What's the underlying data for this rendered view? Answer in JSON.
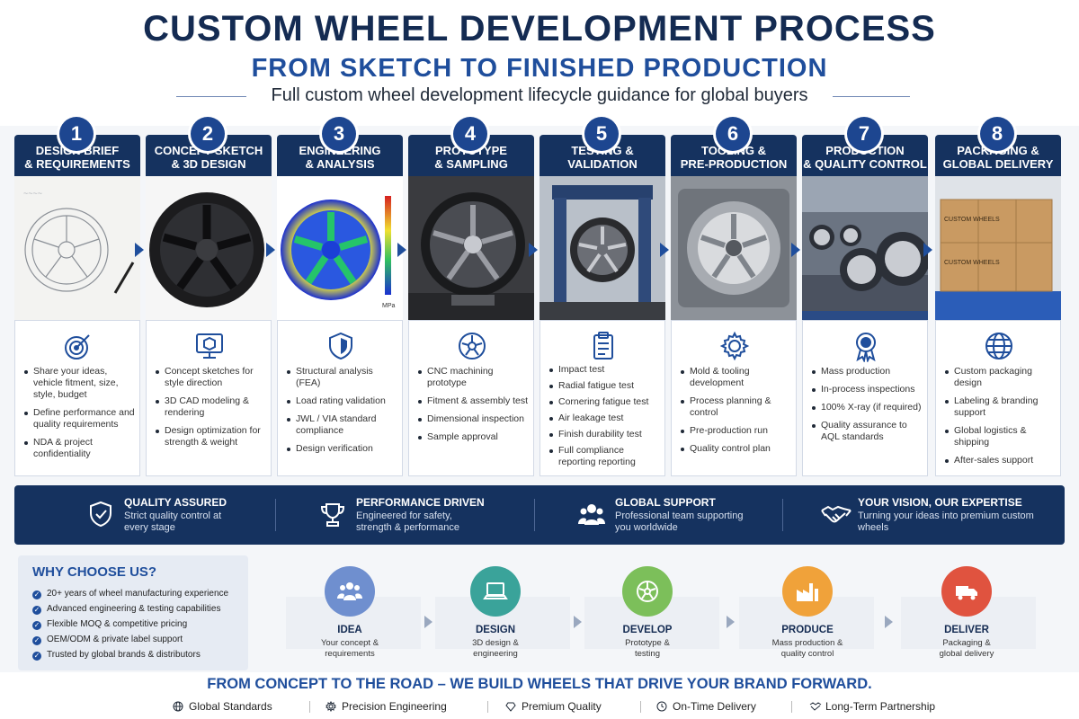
{
  "header": {
    "title": "CUSTOM WHEEL DEVELOPMENT PROCESS",
    "subtitle": "FROM SKETCH TO FINISHED PRODUCTION",
    "tagline": "Full custom wheel development lifecycle guidance for global buyers"
  },
  "steps": [
    {
      "number": "1",
      "title_line1": "DESIGN BRIEF",
      "title_line2": "& REQUIREMENTS",
      "icon": "target-icon",
      "items": [
        "Share your ideas, vehicle fitment, size, style, budget",
        "Define performance and quality requirements",
        "NDA & project confidentiality"
      ]
    },
    {
      "number": "2",
      "title_line1": "CONCEPT SKETCH",
      "title_line2": "& 3D DESIGN",
      "icon": "monitor-cube-icon",
      "items": [
        "Concept sketches for style direction",
        "3D CAD modeling & rendering",
        "Design optimization for strength & weight"
      ]
    },
    {
      "number": "3",
      "title_line1": "ENGINEERING",
      "title_line2": "& ANALYSIS",
      "icon": "shield-icon",
      "items": [
        "Structural analysis (FEA)",
        "Load rating validation",
        "JWL / VIA standard compliance",
        "Design verification"
      ]
    },
    {
      "number": "4",
      "title_line1": "PROTOTYPE",
      "title_line2": "& SAMPLING",
      "icon": "wheel-icon",
      "items": [
        "CNC machining prototype",
        "Fitment & assembly test",
        "Dimensional inspection",
        "Sample approval"
      ]
    },
    {
      "number": "5",
      "title_line1": "TESTING &",
      "title_line2": "VALIDATION",
      "icon": "clipboard-icon",
      "items": [
        "Impact test",
        "Radial fatigue test",
        "Cornering fatigue test",
        "Air leakage test",
        "Finish durability test",
        "Full compliance reporting reporting"
      ]
    },
    {
      "number": "6",
      "title_line1": "TOOLING &",
      "title_line2": "PRE-PRODUCTION",
      "icon": "gear-icon",
      "items": [
        "Mold & tooling development",
        "Process planning & control",
        "Pre-production run",
        "Quality control plan"
      ]
    },
    {
      "number": "7",
      "title_line1": "PRODUCTION",
      "title_line2": "& QUALITY CONTROL",
      "icon": "award-icon",
      "items": [
        "Mass production",
        "In-process inspections",
        "100% X-ray (if required)",
        "Quality assurance to AQL standards"
      ]
    },
    {
      "number": "8",
      "title_line1": "PACKAGING &",
      "title_line2": "GLOBAL DELIVERY",
      "icon": "globe-icon",
      "items": [
        "Custom packaging design",
        "Labeling & branding support",
        "Global logistics & shipping",
        "After-sales support"
      ]
    }
  ],
  "photos": {
    "sketch_notes": "~~~~",
    "fea_unit": "MPa",
    "box_label_1": "CUSTOM WHEELS",
    "box_label_2": "CUSTOM WHEELS"
  },
  "features": [
    {
      "title": "QUALITY ASSURED",
      "desc": "Strict quality control at every stage",
      "icon": "shield-check-icon"
    },
    {
      "title": "PERFORMANCE DRIVEN",
      "desc": "Engineered for safety, strength & performance",
      "icon": "trophy-icon"
    },
    {
      "title": "GLOBAL SUPPORT",
      "desc": "Professional team supporting you worldwide",
      "icon": "team-icon"
    },
    {
      "title": "YOUR VISION, OUR EXPERTISE",
      "desc": "Turning your ideas into premium custom wheels",
      "icon": "handshake-icon"
    }
  ],
  "why": {
    "title": "WHY CHOOSE US?",
    "items": [
      "20+ years of wheel manufacturing experience",
      "Advanced engineering & testing capabilities",
      "Flexible MOQ & competitive pricing",
      "OEM/ODM & private label support",
      "Trusted by global brands & distributors"
    ]
  },
  "flow": [
    {
      "label": "IDEA",
      "desc": "Your concept & requirements",
      "color": "#6f8fcf",
      "icon": "people-icon"
    },
    {
      "label": "DESIGN",
      "desc": "3D design & engineering",
      "color": "#3aa39a",
      "icon": "laptop-icon"
    },
    {
      "label": "DEVELOP",
      "desc": "Prototype & testing",
      "color": "#7cbf5a",
      "icon": "wheel-icon"
    },
    {
      "label": "PRODUCE",
      "desc": "Mass production & quality control",
      "color": "#f0a23a",
      "icon": "factory-icon"
    },
    {
      "label": "DELIVER",
      "desc": "Packaging & global delivery",
      "color": "#e0533f",
      "icon": "truck-icon"
    }
  ],
  "footer": {
    "slogan": "FROM CONCEPT TO THE ROAD – WE BUILD WHEELS THAT DRIVE YOUR BRAND FORWARD.",
    "items": [
      "Global Standards",
      "Precision Engineering",
      "Premium Quality",
      "On-Time Delivery",
      "Long-Term Partnership"
    ]
  },
  "colors": {
    "navy": "#15325f",
    "blue": "#1f4e9c",
    "background": "#f4f6f9"
  }
}
